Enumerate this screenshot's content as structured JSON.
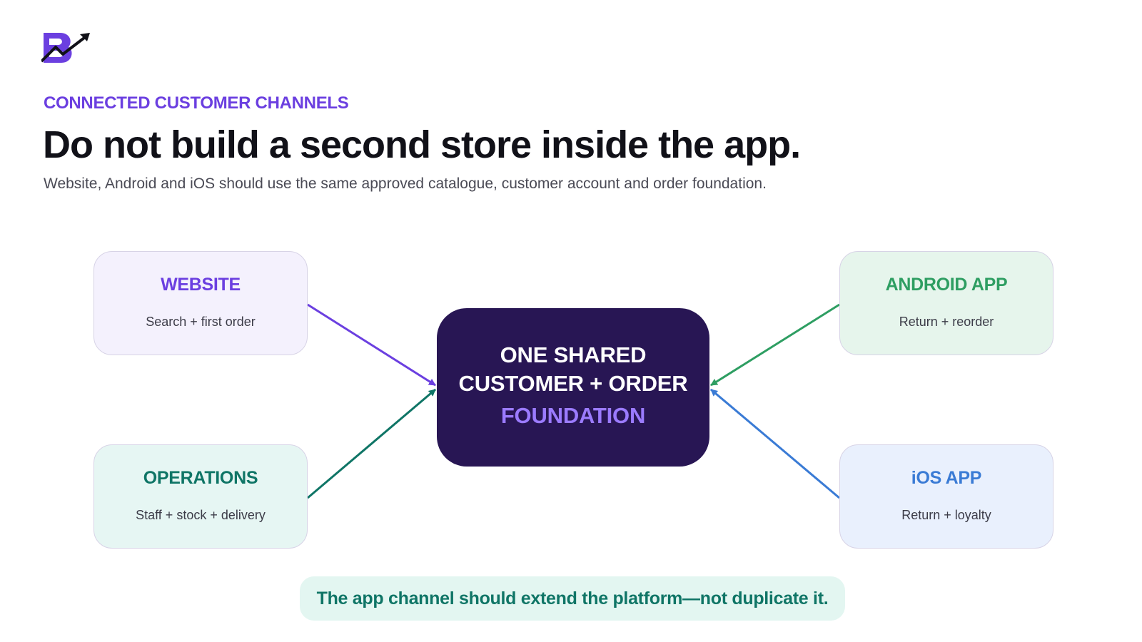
{
  "colors": {
    "brand_purple": "#6B3FE0",
    "navy": "#281654",
    "foundation_purple": "#9B7BFF",
    "android_green": "#2E9E62",
    "operations_teal": "#0F7566",
    "ios_blue": "#3A7BD5",
    "website_bg": "#F4F1FD",
    "operations_bg": "#E6F6F3",
    "android_bg": "#E6F5EC",
    "ios_bg": "#E9F0FD",
    "card_border": "#D7D3E6",
    "banner_bg": "#E3F6F1"
  },
  "logo": {
    "icon": "brand-logo-b-with-arrow"
  },
  "header": {
    "kicker": "CONNECTED CUSTOMER CHANNELS",
    "title": "Do not build a second store inside the app.",
    "subtitle": "Website, Android and iOS should use the same approved catalogue, customer account and order foundation."
  },
  "diagram": {
    "center": {
      "line1": "ONE SHARED",
      "line2": "CUSTOMER + ORDER",
      "line3": "FOUNDATION"
    },
    "channels": {
      "website": {
        "title": "WEBSITE",
        "desc": "Search + first order"
      },
      "operations": {
        "title": "OPERATIONS",
        "desc": "Staff + stock + delivery"
      },
      "android": {
        "title": "ANDROID APP",
        "desc": "Return + reorder"
      },
      "ios": {
        "title": "iOS APP",
        "desc": "Return + loyalty"
      }
    }
  },
  "footer": {
    "banner": "The app channel should extend the platform—not duplicate it."
  }
}
